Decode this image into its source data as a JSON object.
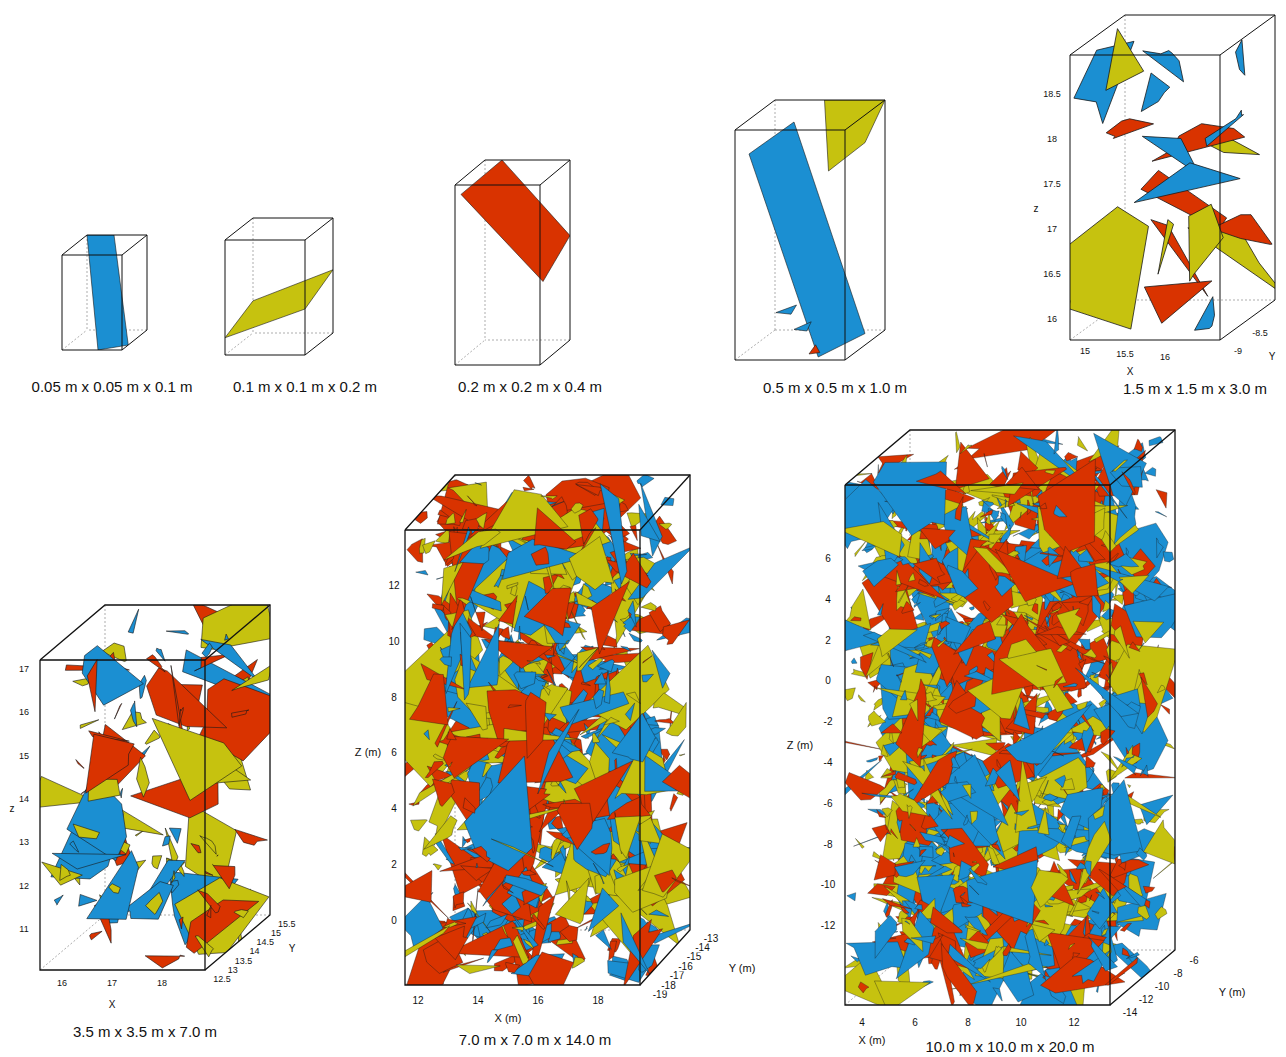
{
  "diagram": {
    "labels": [
      "0.05 m x 0.05 m x 0.1 m",
      "0.1 m x 0.1 m x 0.2 m",
      "0.2 m x 0.2 m x 0.4 m",
      "0.5 m x 0.5 m x 1.0 m",
      "1.5 m x 1.5 m x 3.0 m",
      "18.5",
      "18",
      "17.5",
      "17",
      "16.5",
      "16",
      "z",
      "15",
      "15.5",
      "16",
      "X",
      "-9",
      "-8.5",
      "Y",
      "3.5 m x 3.5 m x 7.0 m",
      "17",
      "16",
      "15",
      "14",
      "13",
      "12",
      "11",
      "z",
      "16",
      "17",
      "18",
      "X",
      "12.5",
      "13",
      "13.5",
      "14",
      "14.5",
      "15",
      "15.5",
      "Y",
      "7.0 m x 7.0 m x 14.0 m",
      "0",
      "2",
      "4",
      "6",
      "8",
      "10",
      "12",
      "Z (m)",
      "12",
      "14",
      "16",
      "18",
      "X (m)",
      "-19",
      "-18",
      "-17",
      "-16",
      "-15",
      "-14",
      "-13",
      "Y (m)",
      "10.0 m x 10.0 m x 20.0 m",
      "6",
      "4",
      "2",
      "0",
      "-2",
      "-4",
      "-6",
      "-8",
      "-10",
      "-12",
      "Z (m)",
      "4",
      "6",
      "8",
      "10",
      "12",
      "X (m)",
      "-14",
      "-12",
      "-10",
      "-8",
      "-6",
      "Y (m)"
    ]
  }
}
